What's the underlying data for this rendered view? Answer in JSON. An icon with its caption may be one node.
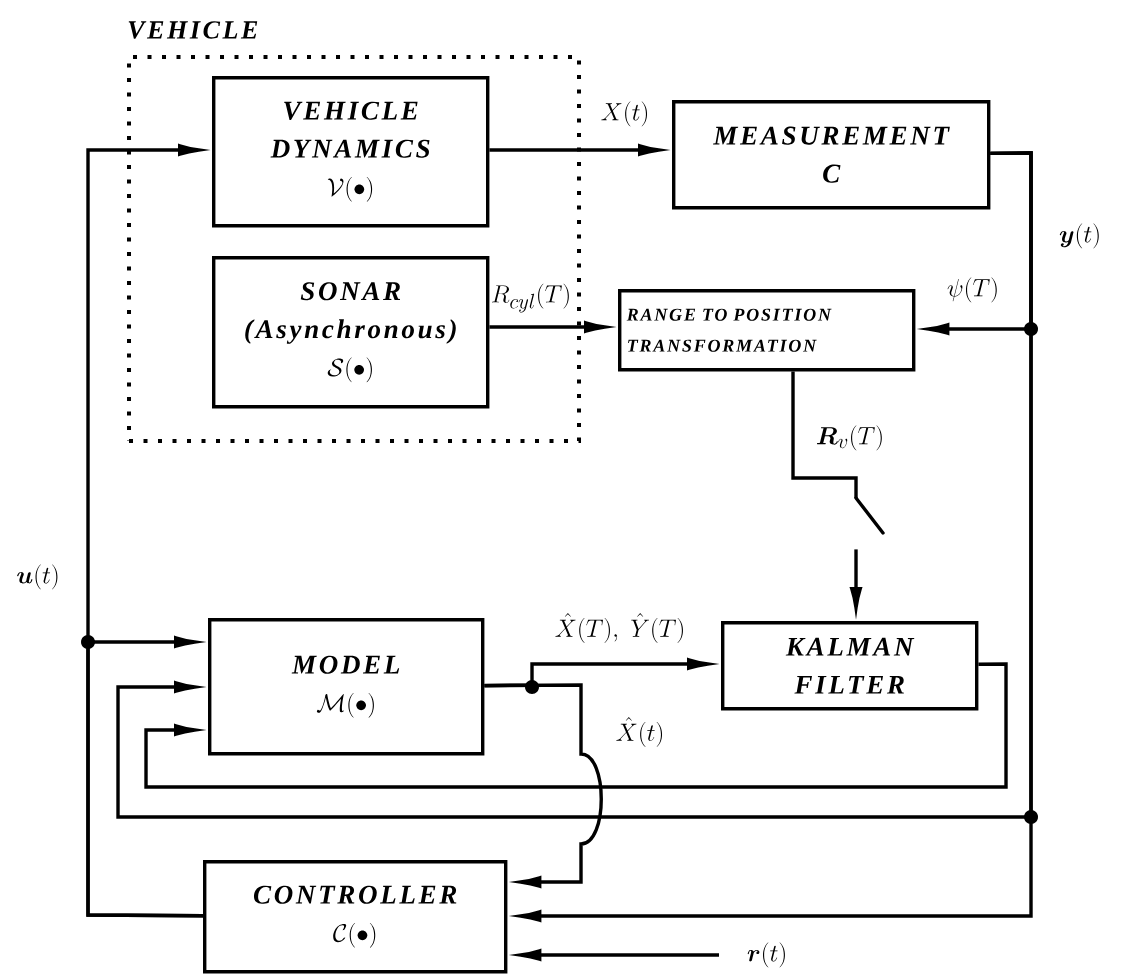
{
  "diagram": {
    "nodes": [
      {
        "text": [
          "VEHICLE"
        ]
      },
      {
        "text": [
          "VEHICLE DYNAMICS",
          "\\mathcal{V}(\\bullet)"
        ],
        "in": 0
      },
      {
        "text": [
          "SONAR",
          "(Asynchronous)",
          "\\mathcal{S}(\\bullet)"
        ],
        "in": 0
      },
      {
        "text": [
          "MEASUREMENT",
          "C"
        ]
      },
      {
        "text": [
          "RANGE TO POSITION TRANSFORMATION"
        ]
      },
      {
        "text": [
          "KALMAN FILTER"
        ]
      },
      {
        "text": [
          "MODEL",
          "\\mathcal{M}(\\bullet)"
        ]
      },
      {
        "text": [
          "CONTROLLER",
          "\\mathcal{C}(\\bullet)"
        ]
      },
      {
        "text": [],
        "shape": "switch"
      }
    ],
    "edges": [
      {
        "from": 1,
        "to": 3,
        "arrow": "to",
        "label": "X(t)"
      },
      {
        "from": 2,
        "to": 4,
        "arrow": "to",
        "label": "R_{cyl}(T)"
      },
      {
        "from": 3,
        "to": 4,
        "arrow": "to",
        "label": "\\psi(T)"
      },
      {
        "from": 3,
        "to": 6,
        "arrow": "to"
      },
      {
        "from": 3,
        "to": 7,
        "arrow": "to",
        "label": "\\boldsymbol{y}(t)"
      },
      {
        "from": 4,
        "to": 8,
        "arrow": "none",
        "label": "\\boldsymbol{R}_v(T)"
      },
      {
        "from": 8,
        "to": 5,
        "arrow": "to"
      },
      {
        "from": 6,
        "to": 5,
        "arrow": "to",
        "label": "\\hat{X}(T),\\ \\hat{Y}(T)"
      },
      {
        "from": 6,
        "to": 7,
        "arrow": "to",
        "label": "\\hat{X}(t)"
      },
      {
        "from": 5,
        "to": 6,
        "arrow": "to"
      },
      {
        "from": 7,
        "to": 1,
        "arrow": "to",
        "label": "\\boldsymbol{u}(t)"
      },
      {
        "from": 7,
        "to": 6,
        "arrow": "to"
      },
      {
        "from": null,
        "to": 7,
        "arrow": "to",
        "label": "\\boldsymbol{r}(t)"
      }
    ]
  }
}
